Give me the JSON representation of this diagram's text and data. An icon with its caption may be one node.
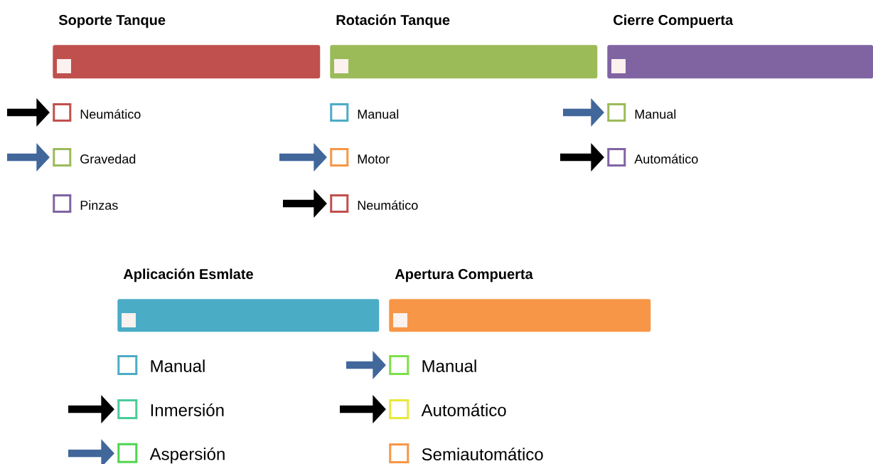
{
  "diagram": {
    "nodes": [
      {
        "text": [
          "Soporte Tanque"
        ]
      },
      {
        "text": [
          "Rotación Tanque"
        ]
      },
      {
        "text": [
          "Cierre Compuerta"
        ]
      },
      {
        "text": [
          "Neumático"
        ]
      },
      {
        "text": [
          "Manual"
        ]
      },
      {
        "text": [
          "Manual"
        ]
      },
      {
        "text": [
          "Gravedad"
        ]
      },
      {
        "text": [
          "Motor"
        ]
      },
      {
        "text": [
          "Automático"
        ]
      },
      {
        "text": [
          "Pinzas"
        ]
      },
      {
        "text": [
          "Neumático"
        ]
      },
      {
        "text": [
          "Aplicación Esmlate"
        ]
      },
      {
        "text": [
          "Apertura Compuerta"
        ]
      },
      {
        "text": [
          "Manual"
        ]
      },
      {
        "text": [
          "Manual"
        ]
      },
      {
        "text": [
          "Inmersión"
        ]
      },
      {
        "text": [
          "Automático"
        ]
      },
      {
        "text": [
          "Aspersión"
        ]
      },
      {
        "text": [
          "Semiautomático"
        ]
      }
    ],
    "edges": [
      {
        "from": null,
        "to": 3,
        "arrow": "to",
        "color": "#000000"
      },
      {
        "from": null,
        "to": 5,
        "arrow": "to",
        "color": "#41679b"
      },
      {
        "from": null,
        "to": 6,
        "arrow": "to",
        "color": "#41679b"
      },
      {
        "from": null,
        "to": 7,
        "arrow": "to",
        "color": "#41679b"
      },
      {
        "from": null,
        "to": 8,
        "arrow": "to",
        "color": "#000000"
      },
      {
        "from": null,
        "to": 10,
        "arrow": "to",
        "color": "#000000"
      },
      {
        "from": null,
        "to": 14,
        "arrow": "to",
        "color": "#41679b"
      },
      {
        "from": null,
        "to": 15,
        "arrow": "to",
        "color": "#000000"
      },
      {
        "from": null,
        "to": 16,
        "arrow": "to",
        "color": "#000000"
      },
      {
        "from": null,
        "to": 17,
        "arrow": "to",
        "color": "#41679b"
      }
    ]
  }
}
